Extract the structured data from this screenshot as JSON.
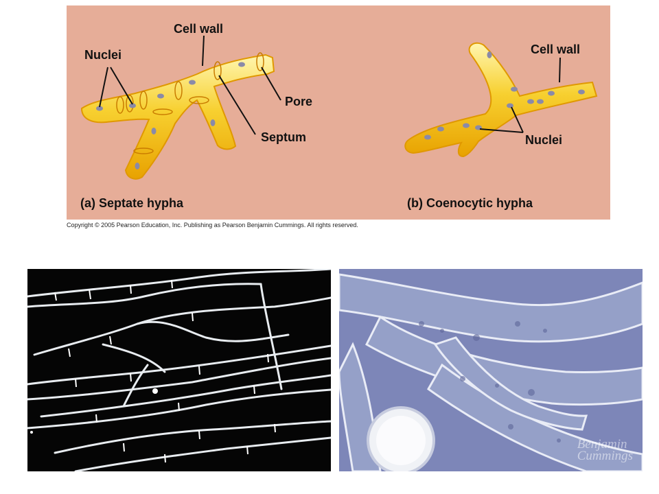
{
  "septate": {
    "title": "(a) Septate hypha",
    "cell_wall_label": "Cell wall",
    "nuclei_label": "Nuclei",
    "pore_label": "Pore",
    "septum_label": "Septum"
  },
  "coenocytic": {
    "title": "(b) Coenocytic hypha",
    "cell_wall_label": "Cell wall",
    "nuclei_label": "Nuclei"
  },
  "copyright": "Copyright ©  2005 Pearson Education, Inc. Publishing as Pearson Benjamin Cummings. All rights reserved.",
  "watermark": {
    "line1": "Benjamin",
    "line2": "Cummings"
  },
  "colors": {
    "panel_bg": "#e6ad98",
    "hypha_fill": "#f5c81c",
    "hypha_outline": "#e09800",
    "nucleus": "#8a8aa8",
    "micro_left_bg": "#050505",
    "micro_right_bg": "#7d86b8"
  }
}
